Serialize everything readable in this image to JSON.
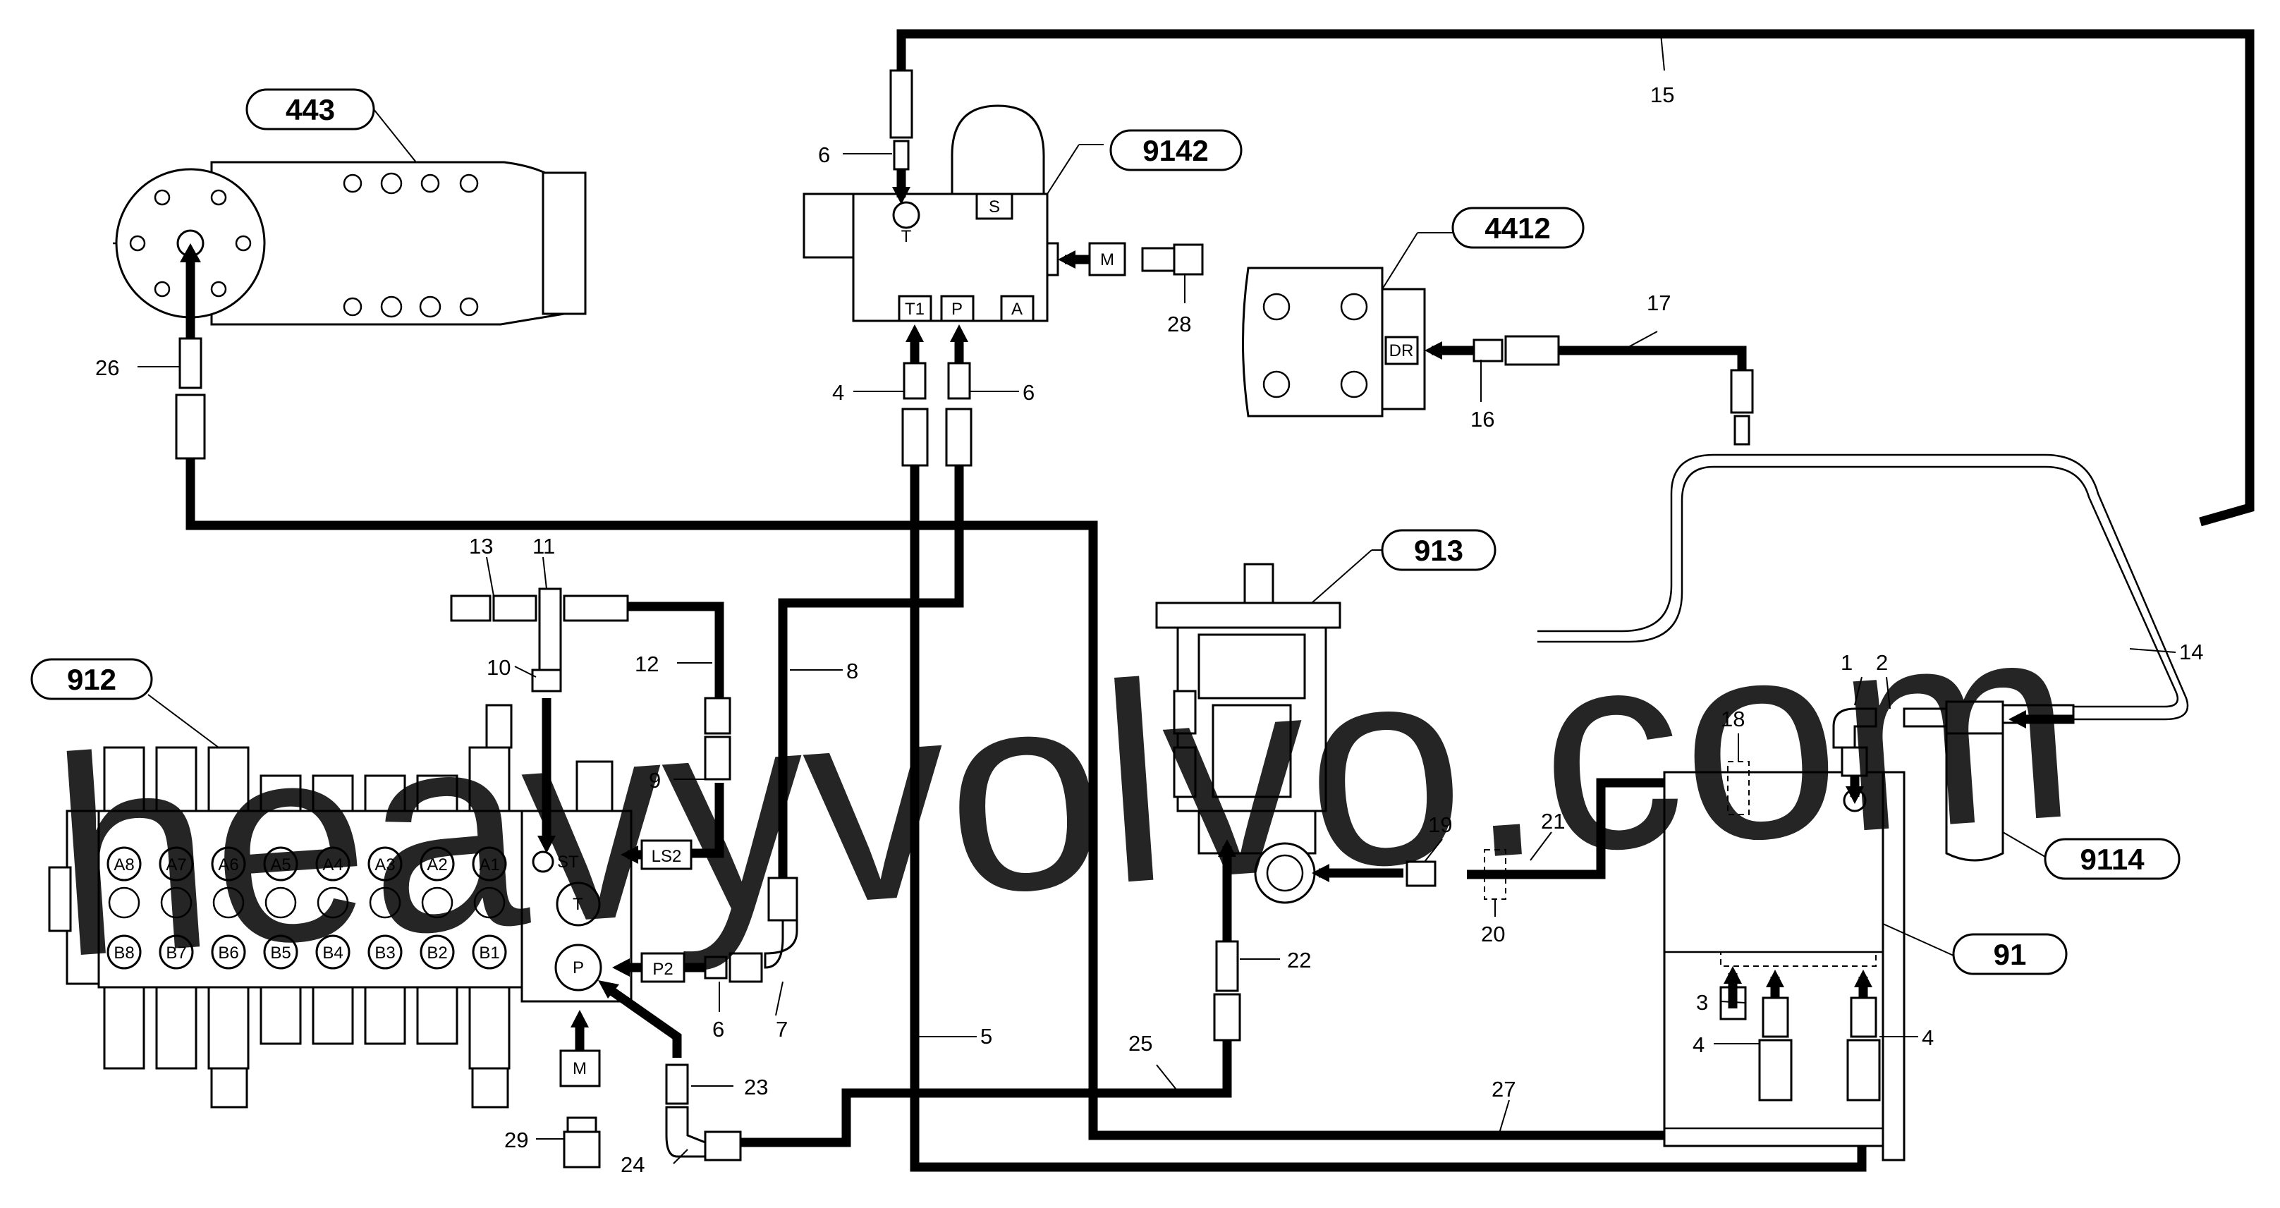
{
  "watermark": "heavyvolvo.com",
  "components": {
    "c443": "443",
    "c9142": "9142",
    "c4412": "4412",
    "c913": "913",
    "c912": "912",
    "c9114": "9114",
    "c91": "91"
  },
  "ports": {
    "t_top": "T",
    "s": "S",
    "t1": "T1",
    "p": "P",
    "a": "A",
    "m_top": "M",
    "dr": "DR",
    "st": "ST",
    "ls2": "LS2",
    "p2": "P2",
    "m_bottom": "M",
    "t_valve": "T",
    "p_valve": "P",
    "sections_a": [
      "A8",
      "A7",
      "A6",
      "A5",
      "A4",
      "A3",
      "A2",
      "A1"
    ],
    "sections_b": [
      "B8",
      "B7",
      "B6",
      "B5",
      "B4",
      "B3",
      "B2",
      "B1"
    ]
  },
  "numbers": {
    "n1": "1",
    "n2": "2",
    "n3": "3",
    "n4a": "4",
    "n4b": "4",
    "n4c": "4",
    "n5": "5",
    "n6a": "6",
    "n6b": "6",
    "n6c": "6",
    "n7": "7",
    "n8": "8",
    "n9": "9",
    "n10": "10",
    "n11": "11",
    "n12": "12",
    "n13": "13",
    "n14": "14",
    "n15": "15",
    "n16": "16",
    "n17": "17",
    "n18": "18",
    "n19": "19",
    "n20": "20",
    "n21": "21",
    "n22": "22",
    "n23": "23",
    "n24": "24",
    "n25": "25",
    "n26": "26",
    "n27": "27",
    "n28": "28",
    "n29": "29"
  }
}
